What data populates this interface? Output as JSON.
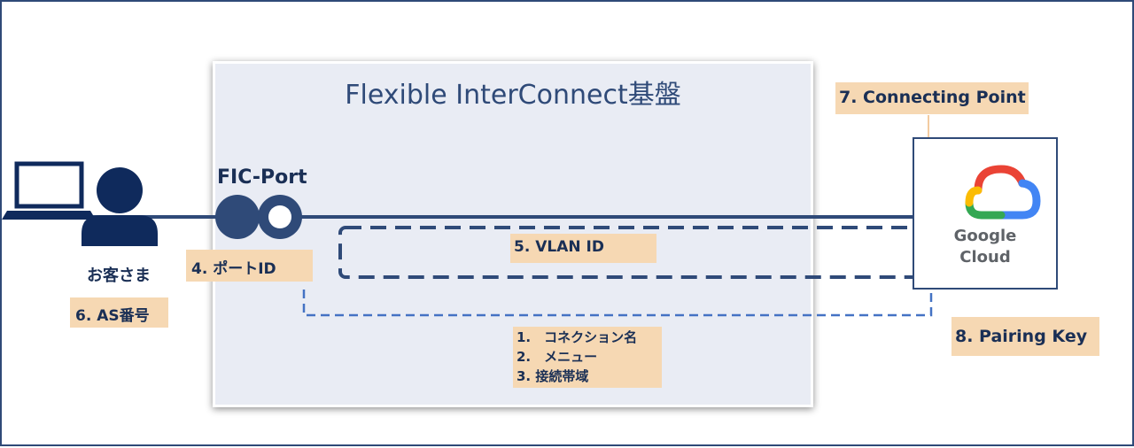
{
  "platform": {
    "title": "Flexible InterConnect基盤"
  },
  "customer": {
    "label": "お客さま",
    "as_number": "6.  AS番号"
  },
  "fic_port": {
    "label": "FIC-Port",
    "port_id": "4.  ポートID"
  },
  "vlan": {
    "label": "5.  VLAN ID"
  },
  "connection_params": {
    "items": [
      "1.　コネクション名",
      "2.　メニュー",
      "3.  接続帯域"
    ]
  },
  "connecting_point": {
    "label": "7.  Connecting Point"
  },
  "pairing_key": {
    "label": "8.  Pairing Key"
  },
  "google_cloud": {
    "line1": "Google",
    "line2": "Cloud",
    "icon": "google-cloud-logo"
  },
  "colors": {
    "navy": "#2f4a78",
    "dark_navy": "#0f2a5c",
    "peach": "#f6d8b3",
    "platform_bg": "#e9ecf4",
    "dashed_blue": "#4472c4",
    "arrow": "#f3cba0"
  }
}
